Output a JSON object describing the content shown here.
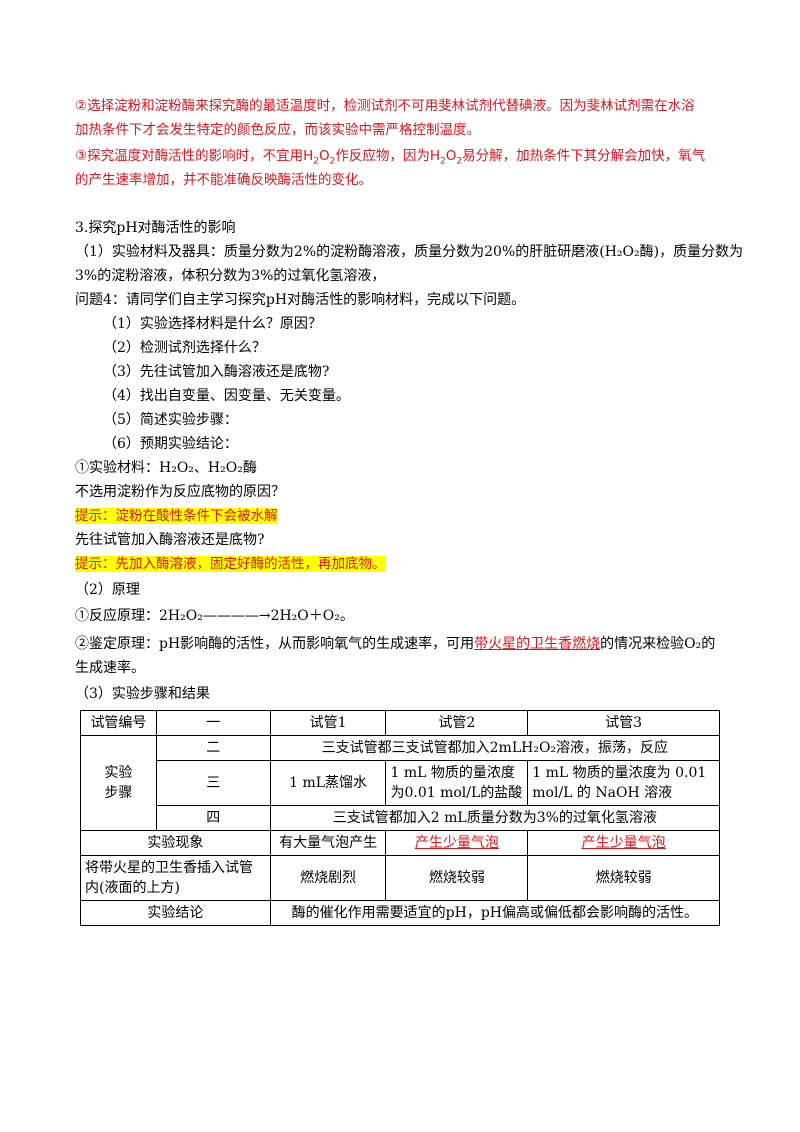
{
  "notes": {
    "n2_line1": "②选择淀粉和淀粉酶来探究酶的最适温度时，检测试剂不可用斐林试剂代替碘液。因为斐林试剂需在水浴",
    "n2_line2": "加热条件下才会发生特定的颜色反应，而该实验中需严格控制温度。",
    "n3_line1_a": "③探究温度对酶活性的影响时，不宜用H",
    "n3_line1_b": "O",
    "n3_line1_c": "作反应物，因为H",
    "n3_line1_d": "O",
    "n3_line1_e": "易分解，加热条件下其分解会加快，氧气",
    "n3_line2": "的产生速率增加，并不能准确反映酶活性的变化。"
  },
  "section3": {
    "title": "3.探究pH对酶活性的影响",
    "materials_line1": "（1）实验材料及器具：质量分数为2%的淀粉酶溶液，质量分数为20%的肝脏研磨液(H₂O₂酶)，质量分数为",
    "materials_line2": "3%的淀粉溶液，体积分数为3%的过氧化氢溶液，",
    "question": "问题4：请同学们自主学习探究pH对酶活性的影响材料，完成以下问题。",
    "q1": "（1）实验选择材料是什么？原因？",
    "q2": "（2）检测试剂选择什么？",
    "q3": "（3）先往试管加入酶溶液还是底物?",
    "q4": "（4）找出自变量、因变量、无关变量。",
    "q5": "（5）简述实验步骤：",
    "q6": "（6）预期实验结论：",
    "a1": "①实验材料：H₂O₂、H₂O₂酶",
    "a2": "不选用淀粉作为反应底物的原因？",
    "hint1": "提示：淀粉在酸性条件下会被水解",
    "a3": "先往试管加入酶溶液还是底物?",
    "hint2": "提示：先加入酶溶液，固定好酶的活性，再加底物。",
    "principle_title": "（2）原理",
    "reaction_a": "①反应原理：2H₂O₂",
    "reaction_arrow": "————→",
    "reaction_b": "2H₂O＋O₂。",
    "identify_a": "②鉴定原理：pH影响酶的活性，从而影响氧气的生成速率，可用",
    "identify_ul": "带火星的卫生香燃烧",
    "identify_b": "的情况来检验O₂的",
    "identify_c": "生成速率。",
    "steps_title": "（3）实验步骤和结果"
  },
  "table": {
    "h0": "试管编号",
    "h1": "一",
    "h2": "试管1",
    "h3": "试管2",
    "h4": "试管3",
    "steps_label_1": "实验",
    "steps_label_2": "步骤",
    "s2_label": "二",
    "s2_text": "三支试管都三支试管都加入2mLH₂O₂溶液，振荡，反应",
    "s3_label": "三",
    "s3_c1": "1 mL蒸馏水",
    "s3_c2_1": "1 mL 物质的量浓度",
    "s3_c2_2": "为0.01 mol/L的盐酸",
    "s3_c3_1": "1 mL 物质的量浓度为 0.01",
    "s3_c3_2": "mol/L 的 NaOH 溶液",
    "s4_label": "四",
    "s4_text": "三支试管都加入2 mL质量分数为3%的过氧化氢溶液",
    "phen_label": "实验现象",
    "phen_c1": "有大量气泡产生",
    "phen_c2": "产生少量气泡",
    "phen_c3": "产生少量气泡",
    "burn_label_1": "将带火星的卫生香插入试管",
    "burn_label_2": "内(液面的上方)",
    "burn_c1": "燃烧剧烈",
    "burn_c2": "燃烧较弱",
    "burn_c3": "燃烧较弱",
    "concl_label": "实验结论",
    "concl_text": "酶的催化作用需要适宜的pH，pH偏高或偏低都会影响酶的活性。"
  }
}
